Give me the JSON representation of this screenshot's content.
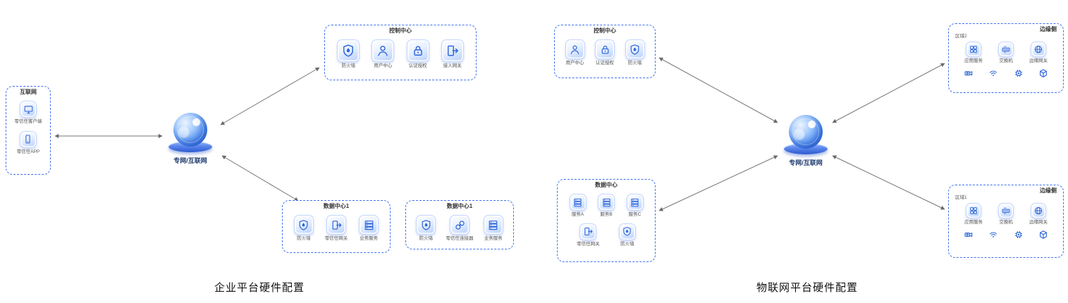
{
  "colors": {
    "box_border": "#3f71f0",
    "arrow": "#767676",
    "tile_glyph": "#2a64d9",
    "globe_label": "#1e3a6e"
  },
  "left_diagram": {
    "caption": "企业平台硬件配置",
    "internet_group": {
      "title": "互联网",
      "items": [
        {
          "label": "零信任客户端",
          "icon": "monitor-icon"
        },
        {
          "label": "零信任APP",
          "icon": "phone-icon"
        }
      ]
    },
    "network": {
      "label": "专网/互联网",
      "icon": "globe-icon"
    },
    "control_center": {
      "title": "控制中心",
      "items": [
        {
          "label": "防火墙",
          "icon": "firewall-icon"
        },
        {
          "label": "用户中心",
          "icon": "user-icon"
        },
        {
          "label": "认证授权",
          "icon": "lock-icon"
        },
        {
          "label": "接入网关",
          "icon": "gateway-icon"
        }
      ]
    },
    "data_center_1": {
      "title": "数据中心1",
      "items": [
        {
          "label": "防火墙",
          "icon": "firewall-icon"
        },
        {
          "label": "零信任网关",
          "icon": "gateway-icon"
        },
        {
          "label": "业务服务",
          "icon": "server-icon"
        }
      ]
    },
    "data_center_2": {
      "title": "数据中心1",
      "items": [
        {
          "label": "防火墙",
          "icon": "firewall-icon"
        },
        {
          "label": "零信任连接器",
          "icon": "link-icon"
        },
        {
          "label": "业务服务",
          "icon": "server-icon"
        }
      ]
    }
  },
  "right_diagram": {
    "caption": "物联网平台硬件配置",
    "control_center": {
      "title": "控制中心",
      "items": [
        {
          "label": "用户中心",
          "icon": "user-icon"
        },
        {
          "label": "认证授权",
          "icon": "lock-icon"
        },
        {
          "label": "防火墙",
          "icon": "firewall-icon"
        }
      ]
    },
    "data_center": {
      "title": "数据中心",
      "row1": [
        {
          "label": "服务A",
          "icon": "server-icon"
        },
        {
          "label": "服务B",
          "icon": "server-icon"
        },
        {
          "label": "服务C",
          "icon": "server-icon"
        }
      ],
      "row2": [
        {
          "label": "零信任网关",
          "icon": "gateway-icon"
        },
        {
          "label": "防火墙",
          "icon": "firewall-icon"
        }
      ]
    },
    "network": {
      "label": "专网/互联网",
      "icon": "globe-icon"
    },
    "edge_top": {
      "title": "边缘侧",
      "region": "区域2",
      "items": [
        {
          "label": "应用服务",
          "icon": "app-grid-icon"
        },
        {
          "label": "交换机",
          "icon": "switch-icon"
        },
        {
          "label": "边缘网关",
          "icon": "net-globe-icon"
        }
      ],
      "devices": [
        "camera-icon",
        "sensor-icon",
        "chip-icon",
        "cube-icon"
      ]
    },
    "edge_bottom": {
      "title": "边缘侧",
      "region": "区域1",
      "items": [
        {
          "label": "应用服务",
          "icon": "app-grid-icon"
        },
        {
          "label": "交换机",
          "icon": "switch-icon"
        },
        {
          "label": "边缘网关",
          "icon": "net-globe-icon"
        }
      ],
      "devices": [
        "camera-icon",
        "sensor-icon",
        "chip-icon",
        "cube-icon"
      ]
    }
  }
}
